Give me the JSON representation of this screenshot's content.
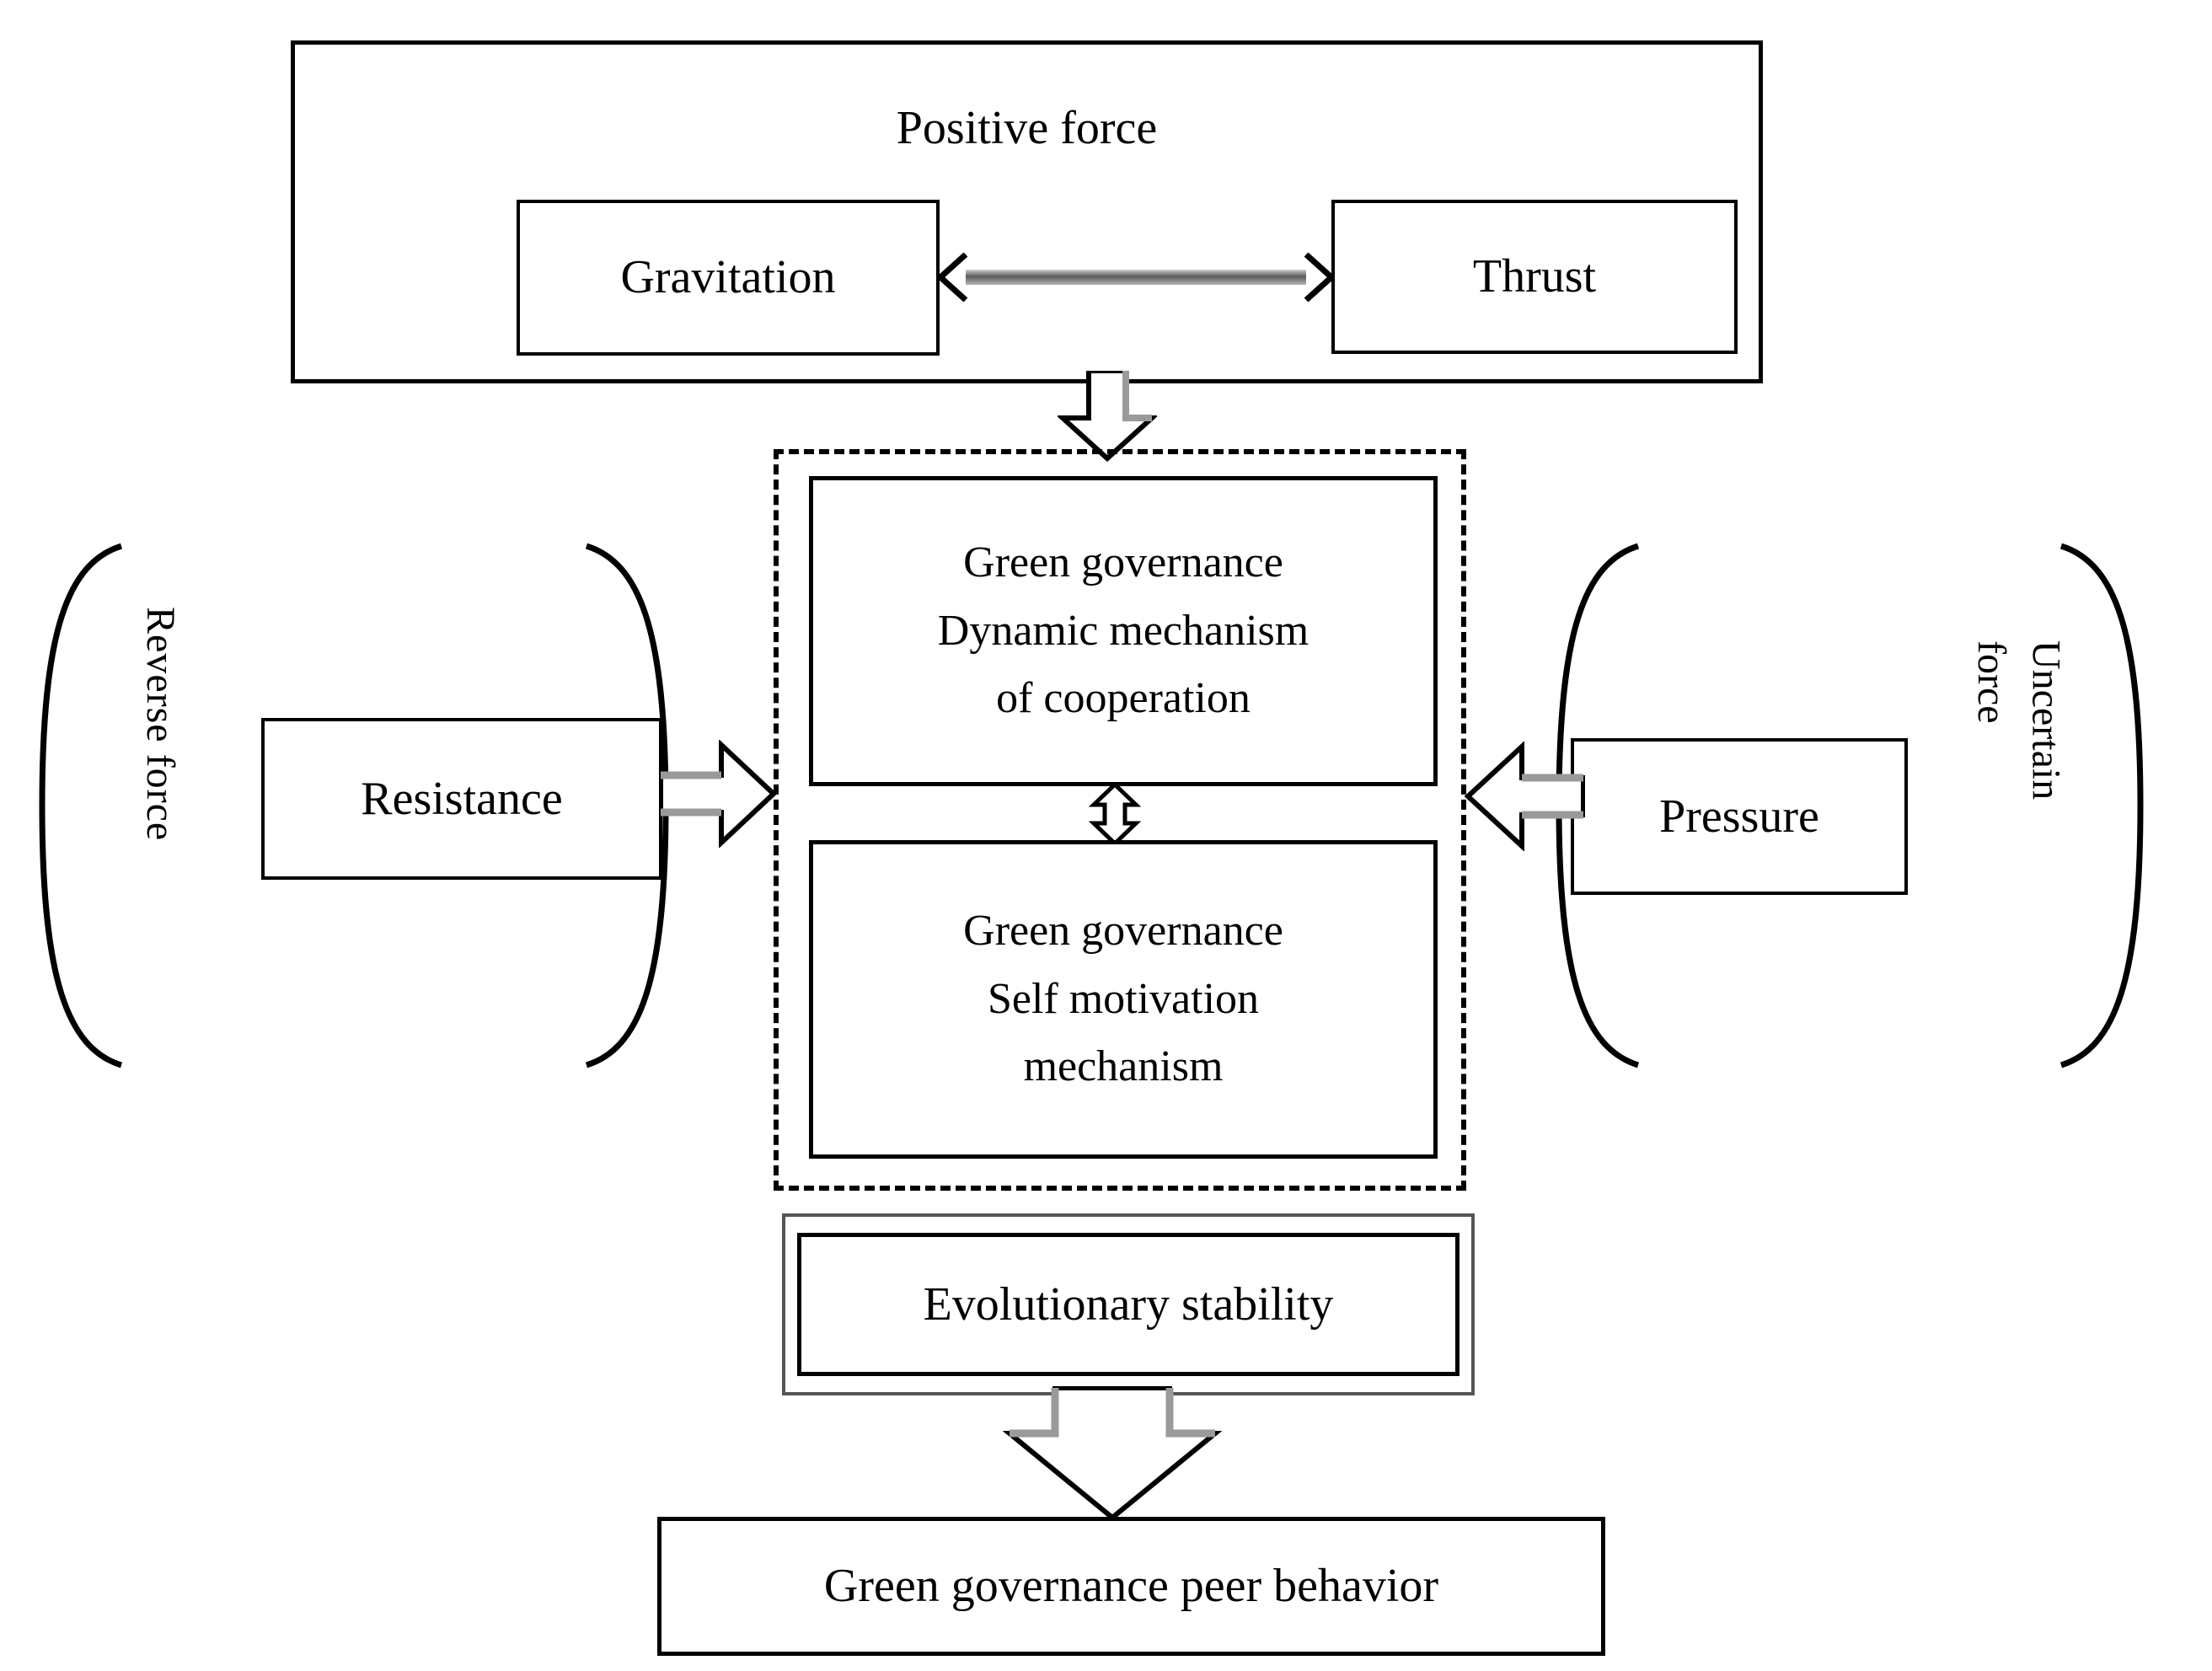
{
  "diagram": {
    "title": "Green governance dynamic mechanism of cooperation",
    "positive_force": {
      "title": "Positive force",
      "gravitation": "Gravitation",
      "thrust": "Thrust",
      "arrow_icon": "double-headed-horizontal-arrow"
    },
    "core": {
      "cooperation": "Green governance\nDynamic mechanism\nof cooperation",
      "self_motivation": "Green governance\nSelf motivation\nmechanism",
      "inner_arrow_icon": "double-headed-vertical-arrow",
      "container_style": "dashed"
    },
    "reverse_force": {
      "label": "Reverse force",
      "item": "Resistance",
      "arrow_icon": "block-arrow-right",
      "bracket_icon": "curly-bracket-pair"
    },
    "uncertain_force": {
      "label": "Uncertain\nforce",
      "item": "Pressure",
      "arrow_icon": "block-arrow-left",
      "bracket_icon": "curly-bracket-pair"
    },
    "outcome": {
      "evolutionary_stability": "Evolutionary stability",
      "peer_behavior": "Green governance peer behavior",
      "arrow_icon": "block-arrow-down"
    },
    "colors": {
      "stroke": "#000000",
      "background": "#ffffff",
      "arrow_fill": "#ffffff",
      "arrow_shade": "#808080"
    }
  }
}
